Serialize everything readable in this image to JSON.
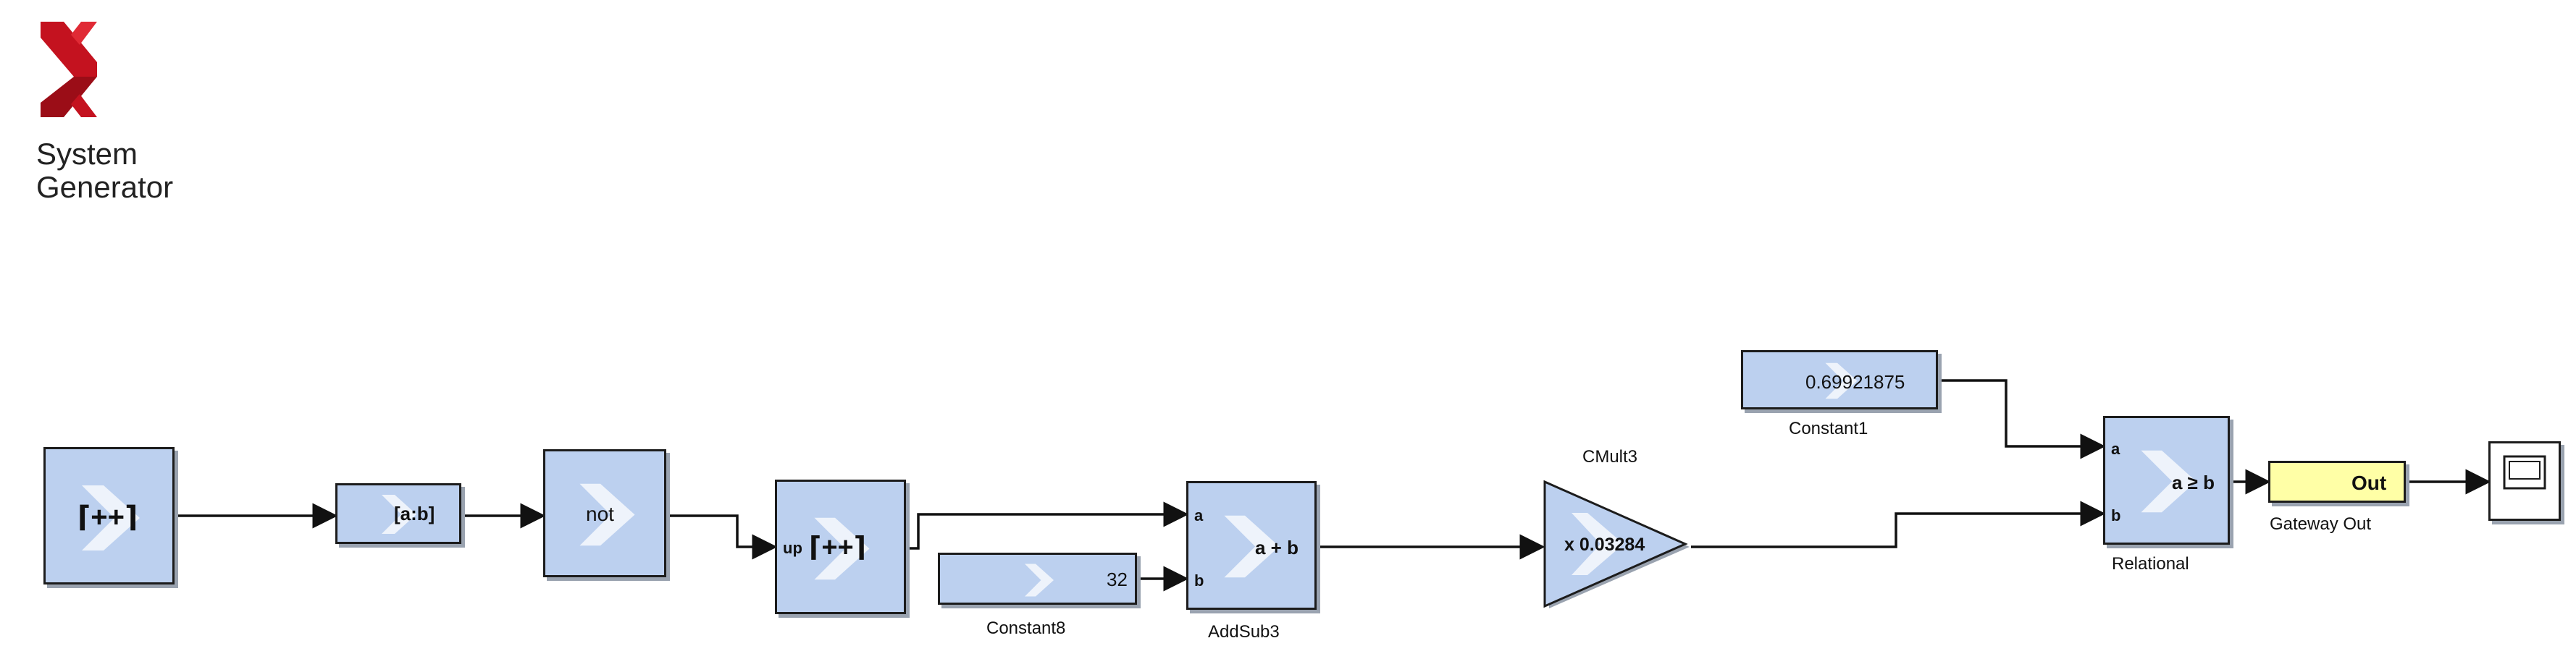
{
  "logo": {
    "line1": "System",
    "line2": "Generator",
    "brand_color": "#c4121f"
  },
  "blocks": {
    "counter": {
      "symbol": "⌈++⌉"
    },
    "slice": {
      "text": "[a:b]"
    },
    "inverter": {
      "text": "not"
    },
    "updown_counter": {
      "port": "up",
      "symbol": "⌈++⌉"
    },
    "constant8": {
      "value": "32",
      "name": "Constant8"
    },
    "addsub3": {
      "port_a": "a",
      "port_b": "b",
      "op": "a + b",
      "name": "AddSub3"
    },
    "cmult3": {
      "name": "CMult3",
      "text": "x 0.03284"
    },
    "constant1": {
      "value": "0.69921875",
      "name": "Constant1"
    },
    "relational": {
      "port_a": "a",
      "port_b": "b",
      "op": "a ≥ b",
      "name": "Relational"
    },
    "gateway_out": {
      "text": "Out",
      "name": "Gateway Out"
    },
    "scope": {
      "icon": "scope-icon"
    }
  },
  "colors": {
    "block_fill": "#bcd0ef",
    "gateway_fill": "#ffffa6",
    "wire": "#111111"
  }
}
